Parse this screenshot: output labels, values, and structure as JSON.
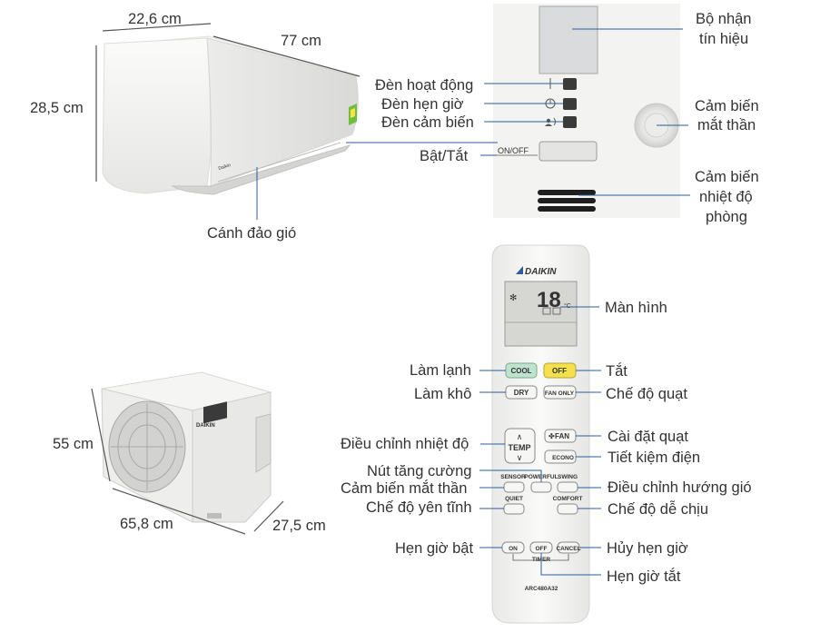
{
  "indoor_unit": {
    "dim_depth": "22,6 cm",
    "dim_width": "77 cm",
    "dim_height": "28,5 cm",
    "label_flap": "Cánh đảo gió",
    "brand_mark": "Daikin"
  },
  "panel": {
    "label_receiver": [
      "Bộ nhận",
      "tín hiệu"
    ],
    "label_operation_lamp": "Đèn hoạt động",
    "label_timer_lamp": "Đèn hẹn giờ",
    "label_sensor_lamp": "Đèn cảm biến",
    "label_onoff": "Bật/Tắt",
    "onoff_button_text": "ON/OFF",
    "label_eye_sensor": [
      "Cảm biến",
      "mắt thần"
    ],
    "label_room_temp": [
      "Cảm biến",
      "nhiệt độ",
      "phòng"
    ]
  },
  "outdoor_unit": {
    "dim_height": "55 cm",
    "dim_width": "65,8 cm",
    "dim_depth": "27,5 cm",
    "brand_mark": "DAIKIN"
  },
  "remote": {
    "brand": "DAIKIN",
    "display_temp": "18",
    "display_unit": "°C",
    "model": "ARC480A32",
    "buttons": {
      "cool": "COOL",
      "off": "OFF",
      "dry": "DRY",
      "fan_only": "FAN ONLY",
      "temp": "TEMP",
      "fan": "FAN",
      "econo": "ECONO",
      "sensor": "SENSOR",
      "powerful": "POWERFUL",
      "swing": "SWING",
      "quiet": "QUIET",
      "comfort": "COMFORT",
      "timer_on": "ON",
      "timer_off": "OFF",
      "cancel": "CANCEL",
      "timer": "TIMER"
    },
    "labels": {
      "screen": "Màn hình",
      "cool": "Làm lạnh",
      "off": "Tắt",
      "dry": "Làm khô",
      "fan_only": "Chế độ quạt",
      "temp": "Điều chỉnh nhiệt độ",
      "fan": "Cài đặt quạt",
      "econo": "Tiết kiệm điện",
      "powerful": "Nút tăng cường",
      "sensor": "Cảm biến mắt thần",
      "swing": "Điều chỉnh hướng gió",
      "quiet": "Chế độ yên tĩnh",
      "comfort": "Chế độ dễ chịu",
      "timer_on": "Hẹn giờ bật",
      "cancel": "Hủy hẹn giờ",
      "timer_off": "Hẹn giờ tắt"
    }
  },
  "colors": {
    "leader": "#2d5c9a",
    "cool_button": "#bfe3cf",
    "off_button": "#f4e04d",
    "unit_body": "#f2f2f0",
    "remote_body": "#f4f4f2",
    "lcd": "#d6d6d2"
  }
}
